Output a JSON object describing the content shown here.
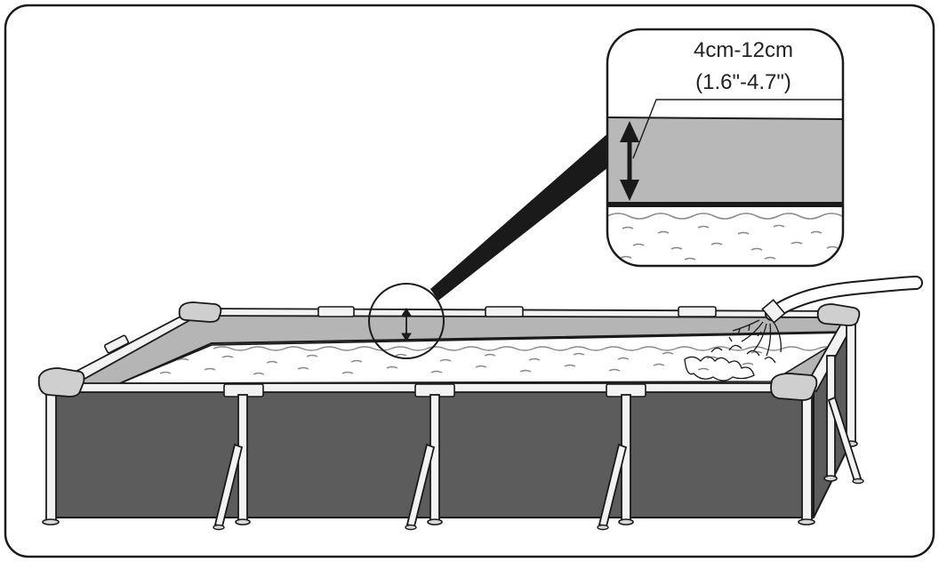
{
  "callout": {
    "measurement_cm": "4cm-12cm",
    "measurement_in": "(1.6\"-4.7\")"
  },
  "colors": {
    "outline": "#1a1a1a",
    "pool_wall": "#5c5c5c",
    "water_gap": "#b8b8b8",
    "water": "#ffffff",
    "frame": "#f2f2f2"
  },
  "icons": {
    "depth_arrow": "double-headed-vertical-arrow",
    "hose": "garden-hose",
    "pool": "rectangular-frame-pool"
  }
}
